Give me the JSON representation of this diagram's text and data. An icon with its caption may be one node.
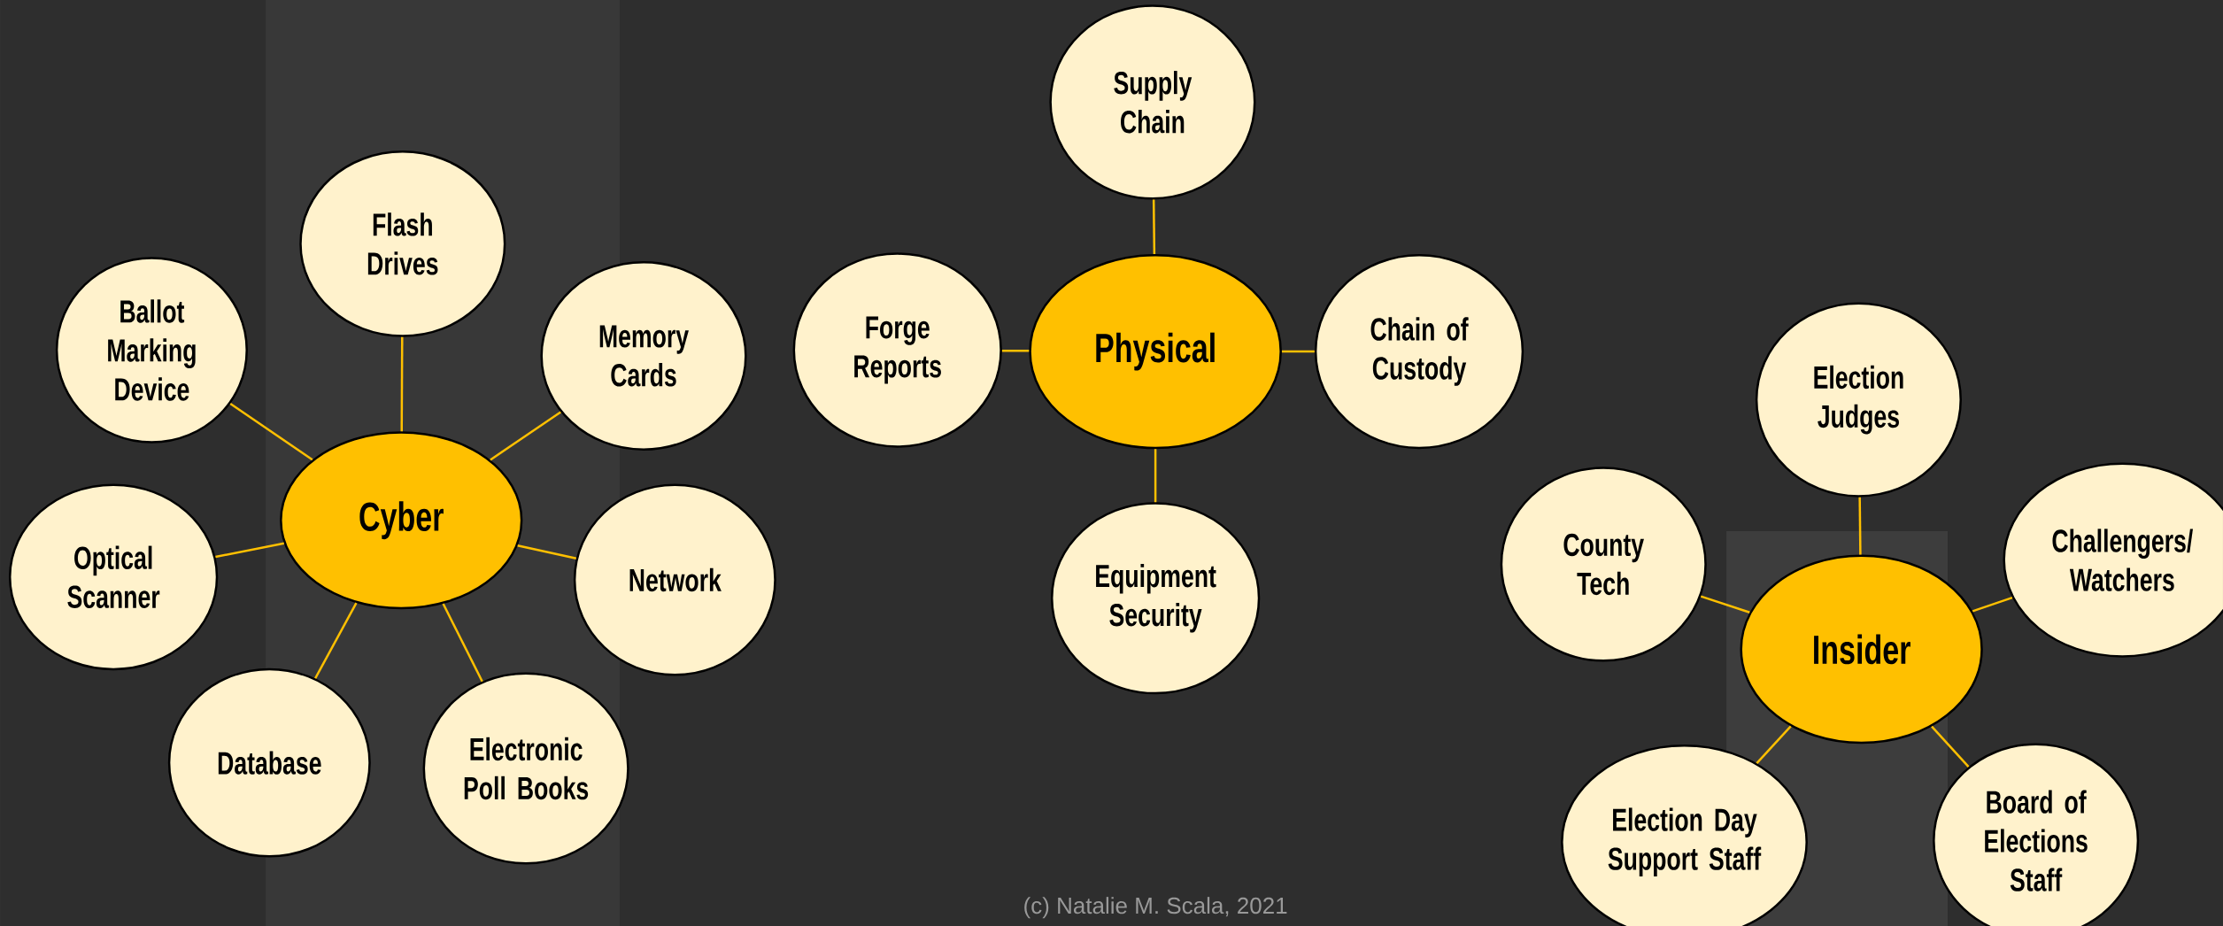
{
  "diagram": {
    "nodes": [
      {
        "text": [
          "Cyber"
        ]
      },
      {
        "text": [
          "Flash Drives"
        ]
      },
      {
        "text": [
          "Ballot Marking Device"
        ]
      },
      {
        "text": [
          "Memory Cards"
        ]
      },
      {
        "text": [
          "Optical Scanner"
        ]
      },
      {
        "text": [
          "Network"
        ]
      },
      {
        "text": [
          "Database"
        ]
      },
      {
        "text": [
          "Electronic Poll Books"
        ]
      },
      {
        "text": [
          "Physical"
        ]
      },
      {
        "text": [
          "Supply Chain"
        ]
      },
      {
        "text": [
          "Forge Reports"
        ]
      },
      {
        "text": [
          "Chain of Custody"
        ]
      },
      {
        "text": [
          "Equipment Security"
        ]
      },
      {
        "text": [
          "Insider"
        ]
      },
      {
        "text": [
          "Election Judges"
        ]
      },
      {
        "text": [
          "County Tech"
        ]
      },
      {
        "text": [
          "Challengers/ Watchers"
        ]
      },
      {
        "text": [
          "Election Day Support Staff"
        ]
      },
      {
        "text": [
          "Board of Elections Staff"
        ]
      }
    ],
    "edges": [
      {
        "from": 0,
        "to": 1,
        "arrow": "none"
      },
      {
        "from": 0,
        "to": 2,
        "arrow": "none"
      },
      {
        "from": 0,
        "to": 3,
        "arrow": "none"
      },
      {
        "from": 0,
        "to": 4,
        "arrow": "none"
      },
      {
        "from": 0,
        "to": 5,
        "arrow": "none"
      },
      {
        "from": 0,
        "to": 6,
        "arrow": "none"
      },
      {
        "from": 0,
        "to": 7,
        "arrow": "none"
      },
      {
        "from": 8,
        "to": 9,
        "arrow": "none"
      },
      {
        "from": 8,
        "to": 10,
        "arrow": "none"
      },
      {
        "from": 8,
        "to": 11,
        "arrow": "none"
      },
      {
        "from": 8,
        "to": 12,
        "arrow": "none"
      },
      {
        "from": 13,
        "to": 14,
        "arrow": "none"
      },
      {
        "from": 13,
        "to": 15,
        "arrow": "none"
      },
      {
        "from": 13,
        "to": 16,
        "arrow": "none"
      },
      {
        "from": 13,
        "to": 17,
        "arrow": "none"
      },
      {
        "from": 13,
        "to": 18,
        "arrow": "none"
      }
    ],
    "labels": [
      "(c) Natalie M. Scala, 2021"
    ]
  }
}
